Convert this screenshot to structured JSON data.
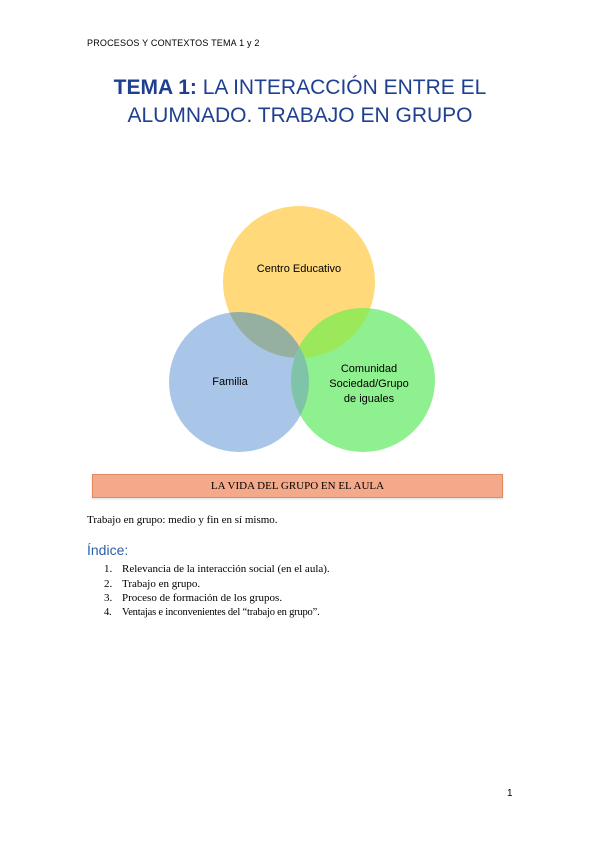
{
  "header": {
    "text": "PROCESOS Y CONTEXTOS TEMA 1 y 2"
  },
  "title": {
    "bold": "TEMA 1:",
    "line1_rest": " LA INTERACCIÓN ENTRE EL",
    "line2": "ALUMNADO. TRABAJO EN GRUPO"
  },
  "diagram": {
    "circles": [
      {
        "label": "Centro Educativo",
        "color": "#ffd97a"
      },
      {
        "label": "Familia",
        "color": "#a9c6e8"
      },
      {
        "label_lines": [
          "Comunidad",
          "Sociedad/Grupo",
          "de iguales"
        ],
        "color": "#8ff08f"
      }
    ]
  },
  "banner": {
    "text": "LA VIDA DEL GRUPO EN EL AULA",
    "color": "#f4a98a"
  },
  "intro": "Trabajo en grupo: medio y fin en sí mismo.",
  "indice": {
    "title": "Índice:",
    "items": [
      {
        "num": "1.",
        "text": "Relevancia de la interacción social (en el aula)."
      },
      {
        "num": "2.",
        "text": "Trabajo en grupo."
      },
      {
        "num": "3.",
        "text": "Proceso de formación de los grupos."
      },
      {
        "num": "4.",
        "text": "Ventajas e inconvenientes del “trabajo en grupo”."
      }
    ]
  },
  "page_number": "1"
}
